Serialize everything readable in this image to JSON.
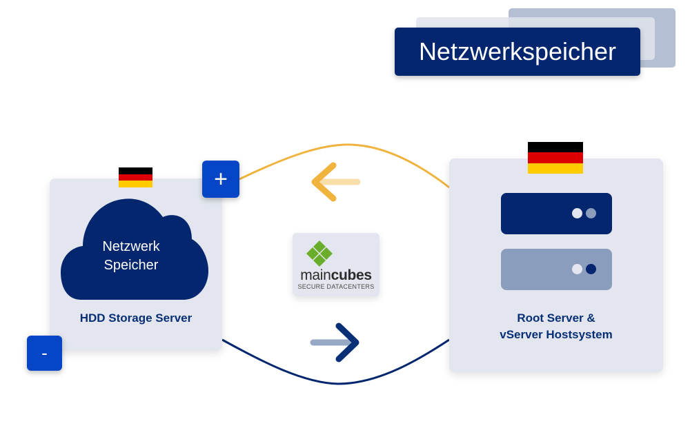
{
  "header": {
    "title": "Netzwerkspeicher"
  },
  "colors": {
    "navy": "#03266e",
    "button_blue": "#0645c6",
    "card_bg": "#e3e6ee",
    "gold": "#efb33e",
    "server_light": "#8a9dbd",
    "logo_green": "#6aad2a"
  },
  "left_node": {
    "flag": "germany-flag",
    "cloud_text_line1": "Netzwerk",
    "cloud_text_line2": "Speicher",
    "label": "HDD Storage Server",
    "plus_button": "+",
    "minus_button": "-"
  },
  "center": {
    "logo_word_regular": "main",
    "logo_word_bold": "cubes",
    "logo_tagline": "SECURE DATACENTERS",
    "arrow_top": "arrow-left-icon",
    "arrow_bottom": "arrow-right-icon"
  },
  "right_node": {
    "flag": "germany-flag",
    "label_line1": "Root Server &",
    "label_line2": "vServer Hostsystem"
  }
}
